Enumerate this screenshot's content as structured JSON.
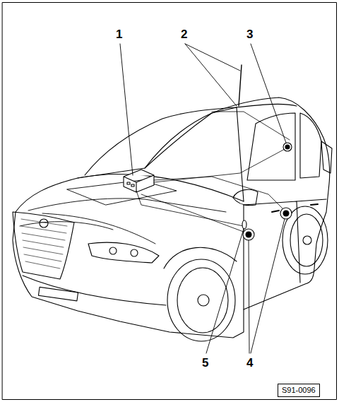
{
  "diagram": {
    "nodes": [
      {
        "text": [
          "S91-0096"
        ]
      }
    ],
    "labels": [
      "1",
      "2",
      "3",
      "4",
      "5"
    ]
  }
}
